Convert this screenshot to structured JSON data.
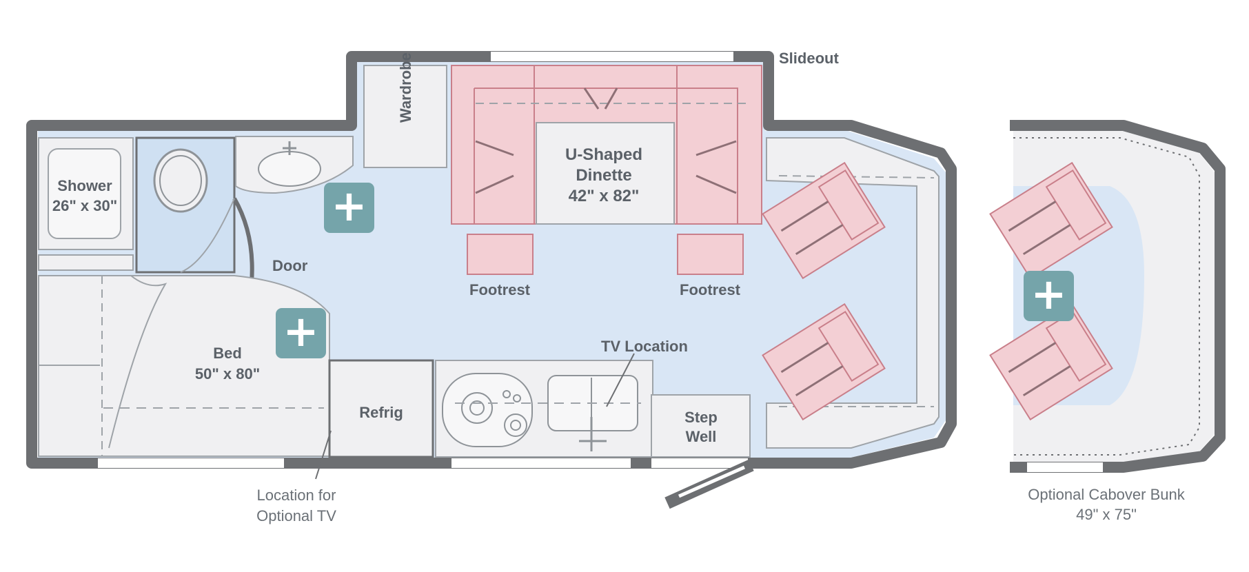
{
  "labels": {
    "slideout": "Slideout",
    "wardrobe": "Wardrobe",
    "dinette_1": "U-Shaped",
    "dinette_2": "Dinette",
    "dinette_3": "42\" x 82\"",
    "shower_1": "Shower",
    "shower_2": "26\" x 30\"",
    "door": "Door",
    "footrest_left": "Footrest",
    "footrest_right": "Footrest",
    "bed_1": "Bed",
    "bed_2": "50\" x 80\"",
    "tv_location": "TV Location",
    "refrig": "Refrig",
    "step_1": "Step",
    "step_2": "Well",
    "opt_tv_1": "Location for",
    "opt_tv_2": "Optional TV",
    "cabover_1": "Optional Cabover Bunk",
    "cabover_2": "49\" x 75\""
  },
  "hotspots": [
    {
      "name": "plus-icon",
      "symbol": "+"
    },
    {
      "name": "plus-icon",
      "symbol": "+"
    },
    {
      "name": "plus-icon",
      "symbol": "+"
    }
  ],
  "colors": {
    "wall": "#6d6f72",
    "floor": "#d9e6f5",
    "furniture": "#f0f0f2",
    "upholstery": "#f3cfd4",
    "upholstery_line": "#c97f8a",
    "hotspot": "#75a4aa",
    "label": "#5b6168"
  }
}
